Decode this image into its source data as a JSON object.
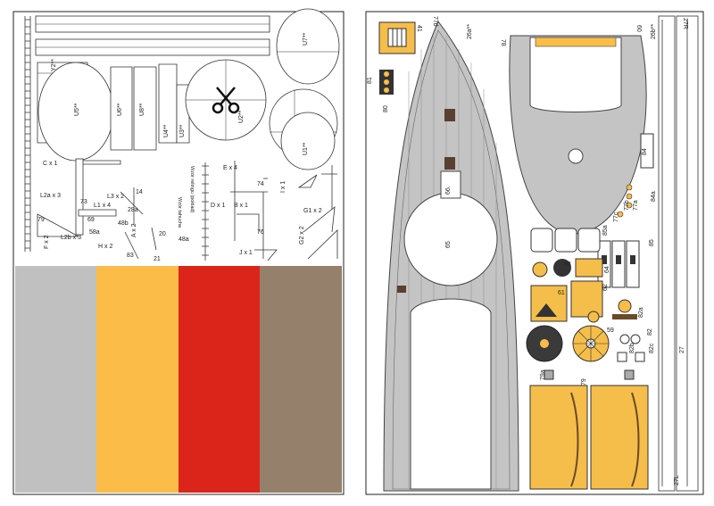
{
  "colors": {
    "swatch_gray": "#c0c0c0",
    "swatch_yellow": "#fbbd48",
    "swatch_red": "#db251a",
    "swatch_brown": "#95806b",
    "deck_gray": "#c4c4c4",
    "deck_line": "#8c8c8c",
    "part_yellow": "#f5be4a",
    "dark": "#2a2a2a"
  },
  "icons": {
    "cut_marker": "scissors-icon"
  },
  "left_sheet": {
    "labels": {
      "y2": "Y2**",
      "u5": "U5**",
      "u6": "U6**",
      "u8": "U8**",
      "u4": "U4**",
      "u3": "U3**",
      "u7": "U7**",
      "u2": "U2**",
      "u1": "U1**",
      "c": "C x 1",
      "e": "E x 4",
      "ix": "I x 1",
      "l2a": "L2a x 3",
      "l3": "L3 x 2",
      "l1": "L1 x 4",
      "l2b": "L2b x 3",
      "f": "F x 2",
      "a": "A x 2",
      "h": "H x 2",
      "d": "D x 1",
      "b": "B x 1",
      "g1": "G1 x 2",
      "g2": "G2 x 2",
      "j": "J x 1",
      "wzor": "Wzór relingu (poklad)",
      "wzor2": "Wzór tahucha",
      "n14": "14",
      "n28a": "28a",
      "n69": "69",
      "n48b": "48b",
      "n58a": "58a",
      "n21": "21",
      "n20": "20",
      "n83": "83",
      "n74": "74",
      "n76": "76",
      "n79": "79",
      "n73": "73",
      "n48a": "48a"
    }
  },
  "right_sheet": {
    "labels": {
      "p41": "41",
      "p77d": "77d",
      "p26a": "26a**",
      "p78": "78",
      "p60": "60",
      "p27r": "27R",
      "p26b": "26b**",
      "p81": "81",
      "p66": "66.",
      "p65": "65",
      "p84": "84",
      "p77a": "77a",
      "p77b": "77b",
      "p77c": "77c",
      "p84a": "84a",
      "p85": "85",
      "p85a": "85a",
      "p63": "63",
      "p64": "64",
      "p62": "62",
      "p61": "61",
      "p82a": "82a",
      "p59": "59",
      "p82": "82",
      "p82b": "82b",
      "p82c": "82c",
      "p79a": "79a",
      "p79": "79",
      "p27": "27",
      "p27l": "27L",
      "p80": "80"
    }
  }
}
